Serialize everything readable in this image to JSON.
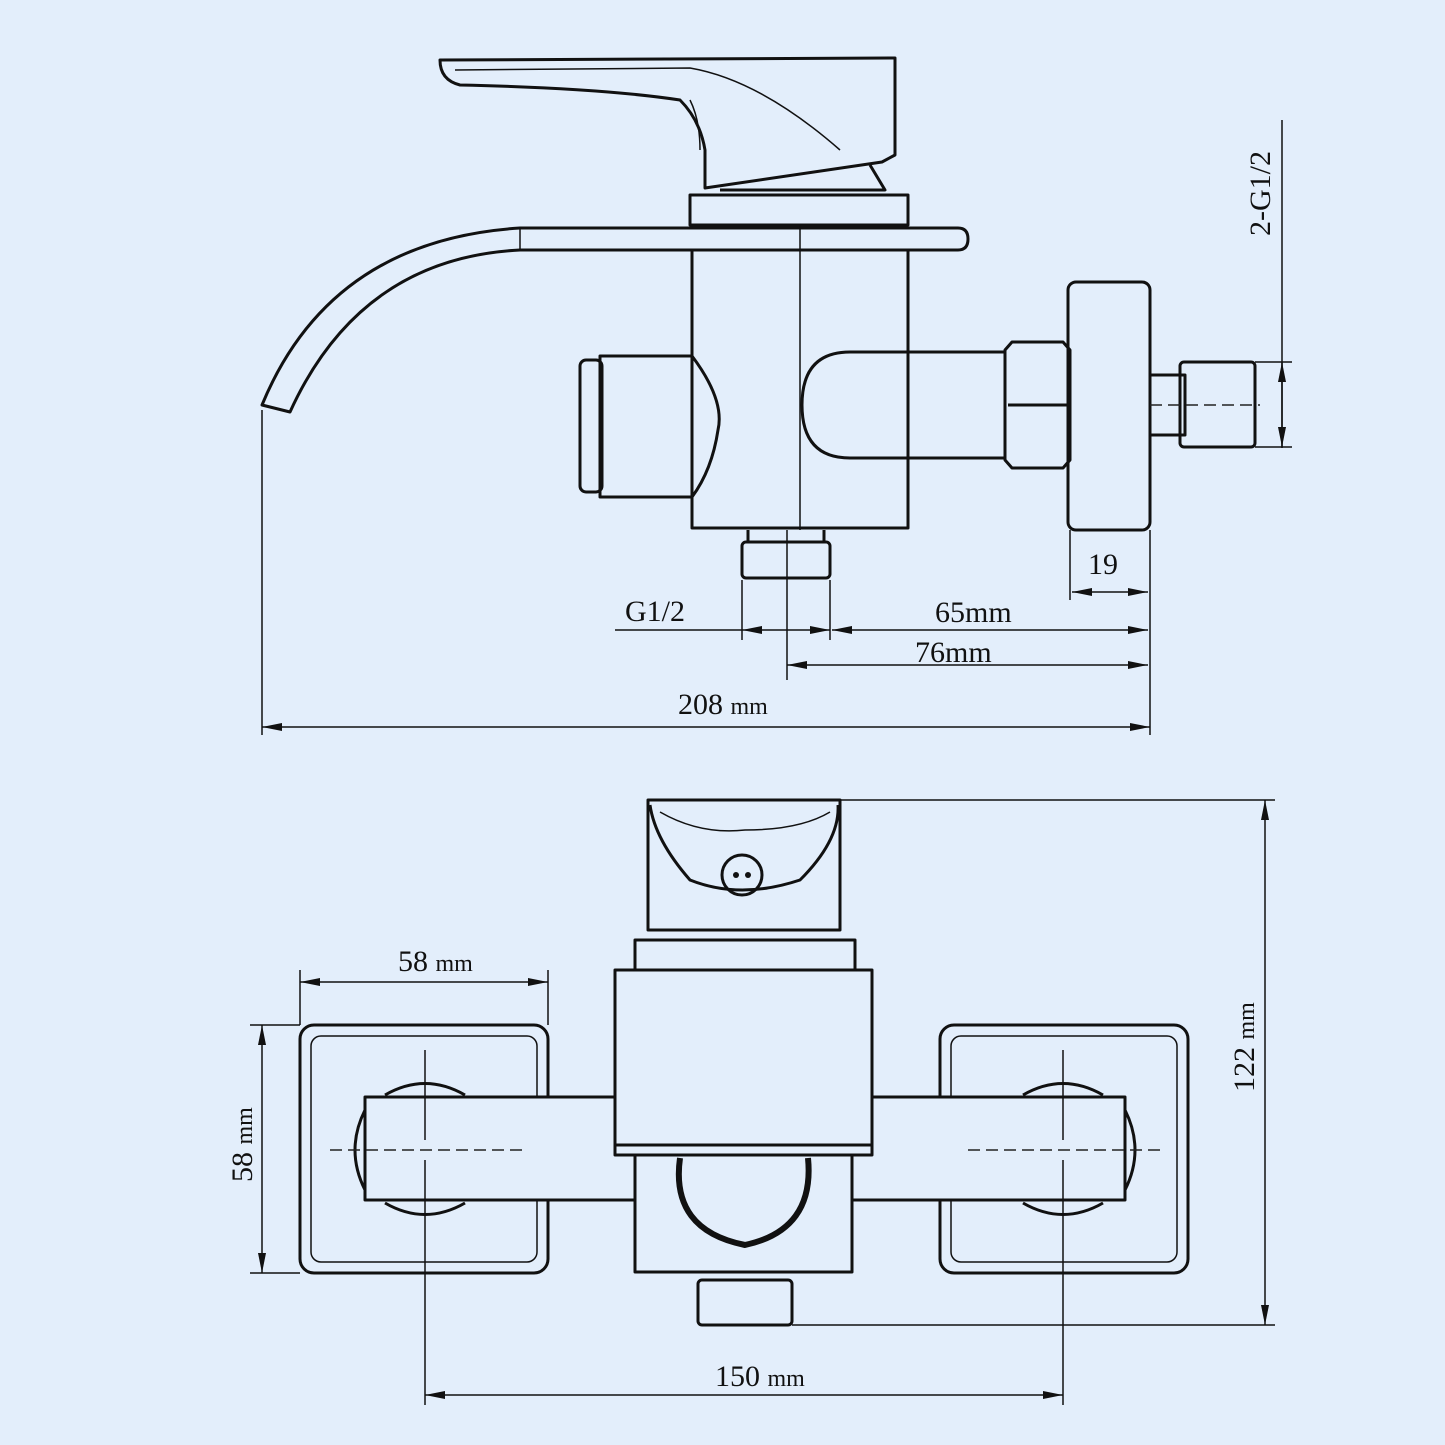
{
  "side_view": {
    "dims": {
      "inlet_thread": "2-G1/2",
      "flange_depth": "19",
      "outlet_thread": "G1/2",
      "outlet_to_wall_edge": "65mm",
      "outlet_center_to_wall": "76mm",
      "total_length_value": "208",
      "total_length_unit": "mm"
    }
  },
  "front_view": {
    "dims": {
      "flange_width_value": "58",
      "flange_width_unit": "mm",
      "flange_height_value": "58",
      "flange_height_unit": "mm",
      "total_height_value": "122",
      "total_height_unit": "mm",
      "centers_value": "150",
      "centers_unit": "mm"
    }
  },
  "colors": {
    "background": "#e3eefb",
    "line": "#111111"
  }
}
